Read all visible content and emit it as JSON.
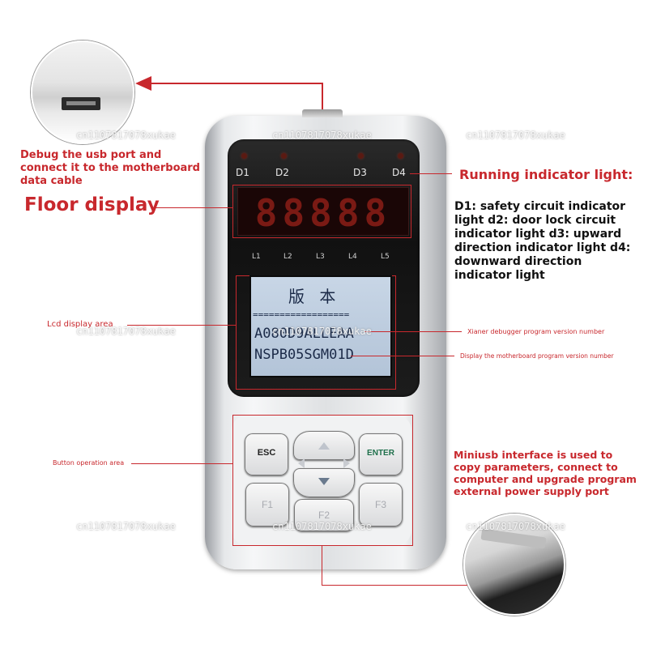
{
  "device": {
    "indicators": [
      "D1",
      "D2",
      "D3",
      "D4"
    ],
    "floor_display_value": "88888",
    "segment_labels": [
      "L1",
      "L2",
      "L3",
      "L4",
      "L5"
    ],
    "lcd": {
      "line1": "版 本",
      "line2": "==================",
      "line3": "A080D9ALLEAA",
      "line4": "NSPB05SGM01D"
    },
    "keys": {
      "esc": "ESC",
      "enter": "ENTER",
      "f1": "F1",
      "f2": "F2",
      "f3": "F3"
    }
  },
  "annotations": {
    "usb_port": "Debug the usb port and connect it to the motherboard data cable",
    "floor_display": "Floor display",
    "running_title": "Running indicator light:",
    "running_desc": "D1: safety circuit indicator light d2: door lock circuit indicator light d3: upward direction indicator light d4: downward direction indicator light",
    "lcd_area": "Lcd display area",
    "debugger_version": "Xianer debugger program version number",
    "motherboard_version": "Display the motherboard program version number",
    "button_area": "Button operation area",
    "miniusb": "Miniusb interface is used to copy parameters, connect to computer and upgrade program external power supply port"
  },
  "watermark": "cn1107817078xukae",
  "colors": {
    "accent_red": "#c8282d"
  }
}
